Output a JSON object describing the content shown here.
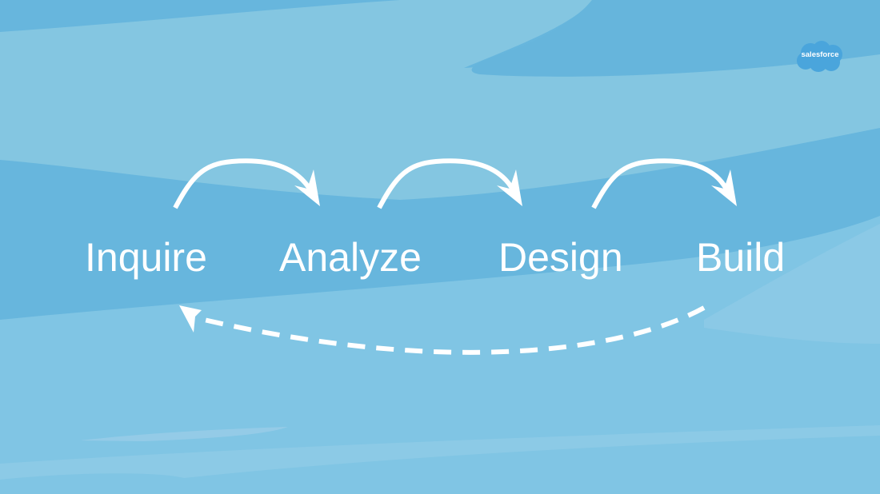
{
  "slide": {
    "brand": {
      "logo_text": "salesforce",
      "logo_color": "#4aa5dc"
    },
    "steps": [
      {
        "label": "Inquire"
      },
      {
        "label": "Analyze"
      },
      {
        "label": "Design"
      },
      {
        "label": "Build"
      }
    ],
    "connectors": [
      {
        "from": "Inquire",
        "to": "Analyze",
        "style": "solid"
      },
      {
        "from": "Analyze",
        "to": "Design",
        "style": "solid"
      },
      {
        "from": "Design",
        "to": "Build",
        "style": "solid"
      },
      {
        "from": "Build",
        "to": "Inquire",
        "style": "dashed"
      }
    ],
    "colors": {
      "background": "#67b6dd",
      "light_band": "#84c6e1",
      "foreground": "#ffffff"
    }
  }
}
